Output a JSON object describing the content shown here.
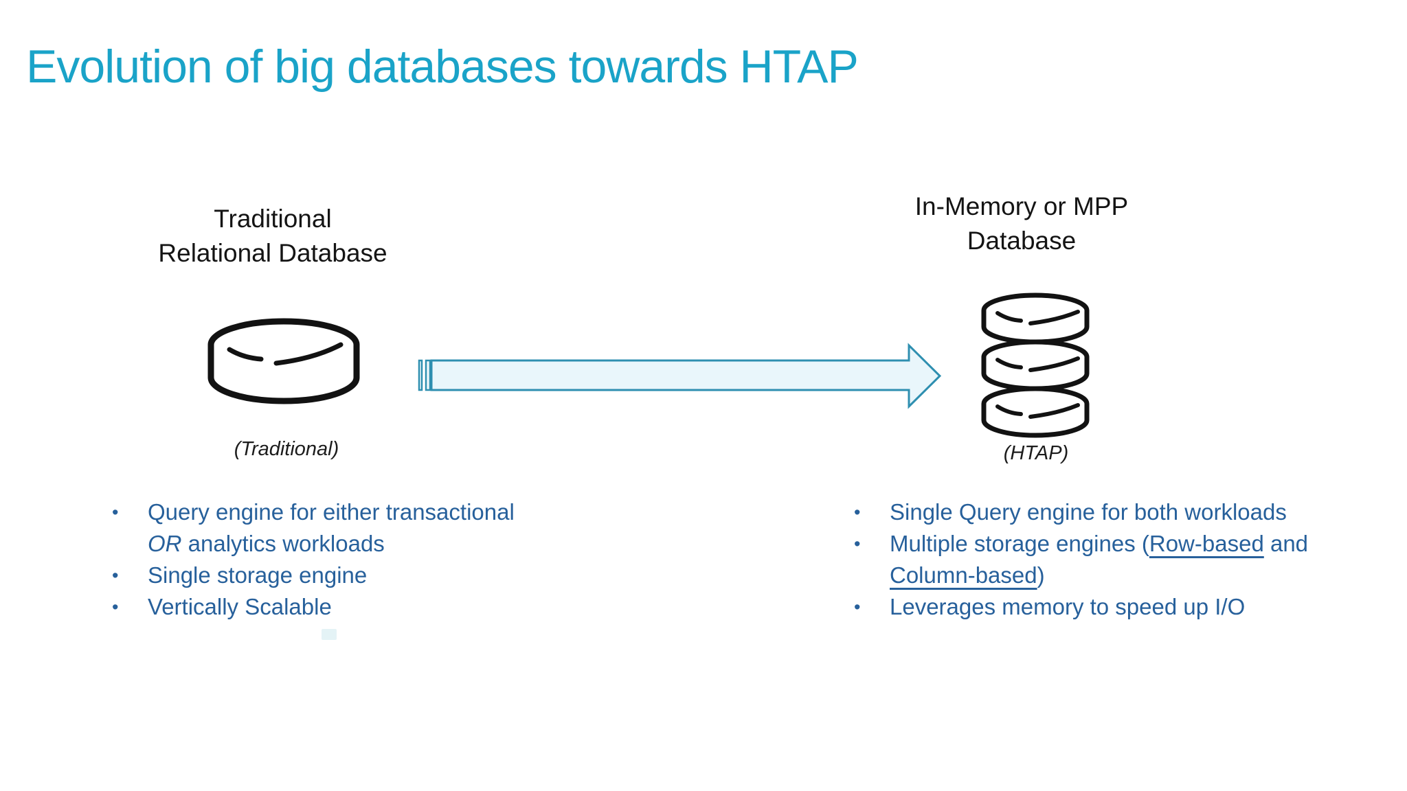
{
  "slide": {
    "title": "Evolution of big databases towards HTAP",
    "colors": {
      "title_color": "#1aa3c8",
      "heading_color": "#141414",
      "caption_color": "#1c1c1c",
      "bullet_color": "#27609b",
      "icon_stroke": "#121212",
      "arrow_stroke": "#2e8fb0",
      "arrow_fill": "#e9f6fb"
    },
    "left": {
      "heading": {
        "line1": "Traditional",
        "line2": "Relational Database"
      },
      "icon_name": "single-cylinder-database",
      "caption": "(Traditional)",
      "bullets": [
        {
          "segments": [
            {
              "t": "Query engine for either transactional"
            },
            {
              "br": true
            },
            {
              "t": "OR",
              "i": true
            },
            {
              "t": " analytics workloads"
            }
          ]
        },
        {
          "segments": [
            {
              "t": "Single storage engine"
            }
          ]
        },
        {
          "segments": [
            {
              "t": "Vertically Scalable"
            }
          ]
        }
      ]
    },
    "right": {
      "heading": {
        "line1": "In-Memory or MPP",
        "line2": "Database"
      },
      "icon_name": "triple-cylinder-database",
      "caption": "(HTAP)",
      "bullets": [
        {
          "segments": [
            {
              "t": "Single Query engine for both workloads"
            }
          ]
        },
        {
          "segments": [
            {
              "t": "Multiple storage engines ("
            },
            {
              "t": "Row-based",
              "u": true
            },
            {
              "t": " and"
            },
            {
              "br": true
            },
            {
              "t": "Column-based",
              "u": true
            },
            {
              "t": ")"
            }
          ]
        },
        {
          "segments": [
            {
              "t": "Leverages memory to speed up I/O"
            }
          ]
        }
      ]
    },
    "arrow": {
      "icon_name": "striped-right-arrow",
      "direction": "left-to-right"
    }
  }
}
